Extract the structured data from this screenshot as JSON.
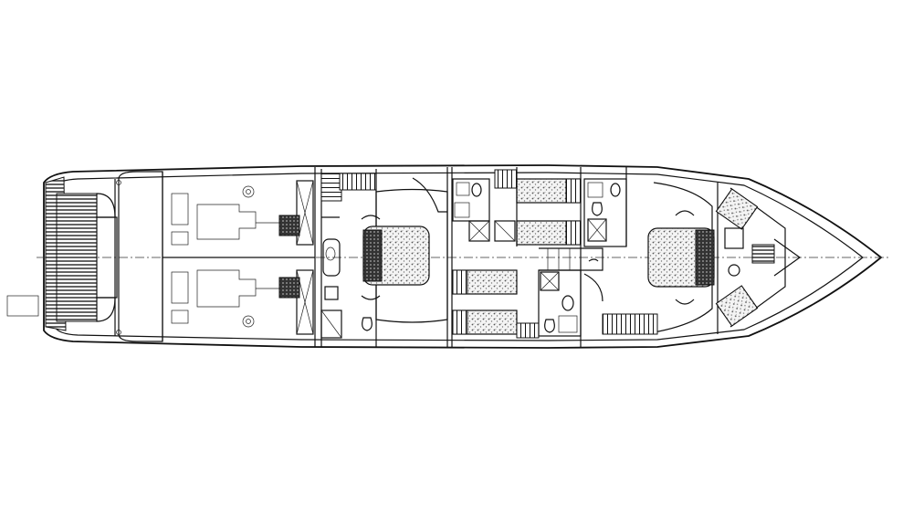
{
  "drawing": {
    "type": "yacht-lower-deck-layout",
    "view": "plan",
    "orientation": "bow-right",
    "line_color": "#111111",
    "background": "#ffffff",
    "elements": {
      "engines": 2,
      "cabins": 4,
      "heads": 4
    }
  }
}
